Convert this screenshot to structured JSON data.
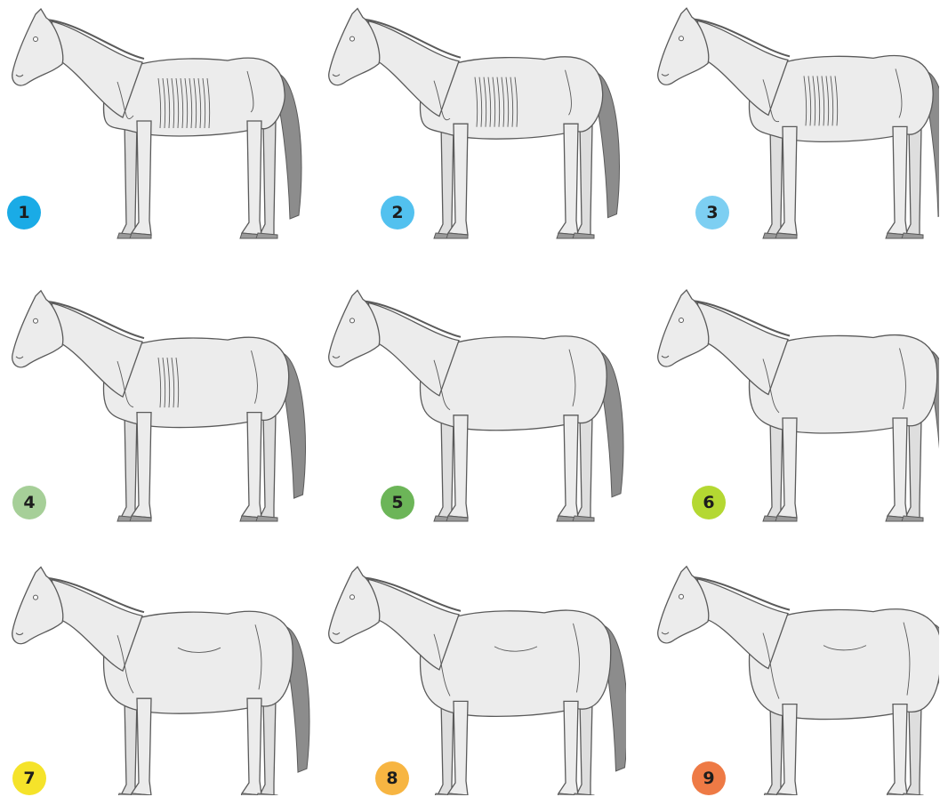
{
  "panels": [
    {
      "score": "1",
      "badge_color": "#1aabe6",
      "ribs": 12,
      "fat": 0
    },
    {
      "score": "2",
      "badge_color": "#52c1ef",
      "ribs": 10,
      "fat": 1
    },
    {
      "score": "3",
      "badge_color": "#7dcff2",
      "ribs": 8,
      "fat": 2
    },
    {
      "score": "4",
      "badge_color": "#a6cf98",
      "ribs": 5,
      "fat": 3
    },
    {
      "score": "5",
      "badge_color": "#6cb558",
      "ribs": 0,
      "fat": 4
    },
    {
      "score": "6",
      "badge_color": "#b4d832",
      "ribs": 0,
      "fat": 5
    },
    {
      "score": "7",
      "badge_color": "#f5e32a",
      "ribs": 0,
      "fat": 6
    },
    {
      "score": "8",
      "badge_color": "#f7b542",
      "ribs": 0,
      "fat": 7
    },
    {
      "score": "9",
      "badge_color": "#ee7a45",
      "ribs": 0,
      "fat": 8
    }
  ],
  "colors": {
    "horse_fill": "#ececec",
    "horse_line": "#5a5a5a",
    "tail_fill": "#8c8c8c",
    "hoof_fill": "#9a9a9a"
  }
}
